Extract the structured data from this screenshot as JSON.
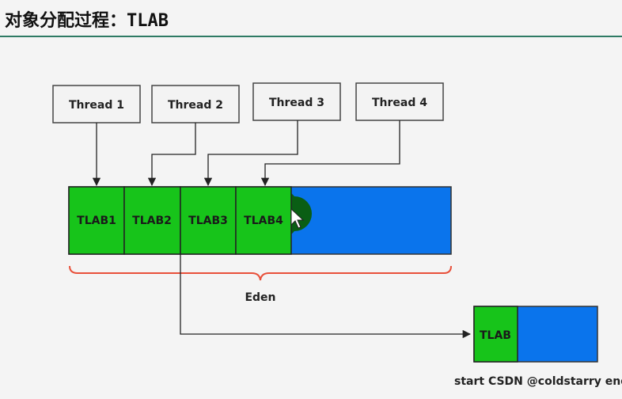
{
  "title": {
    "text": "对象分配过程：",
    "code": "TLAB"
  },
  "threads": [
    "Thread 1",
    "Thread 2",
    "Thread 3",
    "Thread 4"
  ],
  "tlabs": [
    "TLAB1",
    "TLAB2",
    "TLAB3",
    "TLAB4"
  ],
  "eden_label": "Eden",
  "detail_tlab_label": "TLAB",
  "watermark": "start CSDN @coldstarry end",
  "colors": {
    "green": "#17c41a",
    "blue": "#0a74ec",
    "dark_green": "#0a5e14",
    "brace": "#e8503a"
  }
}
